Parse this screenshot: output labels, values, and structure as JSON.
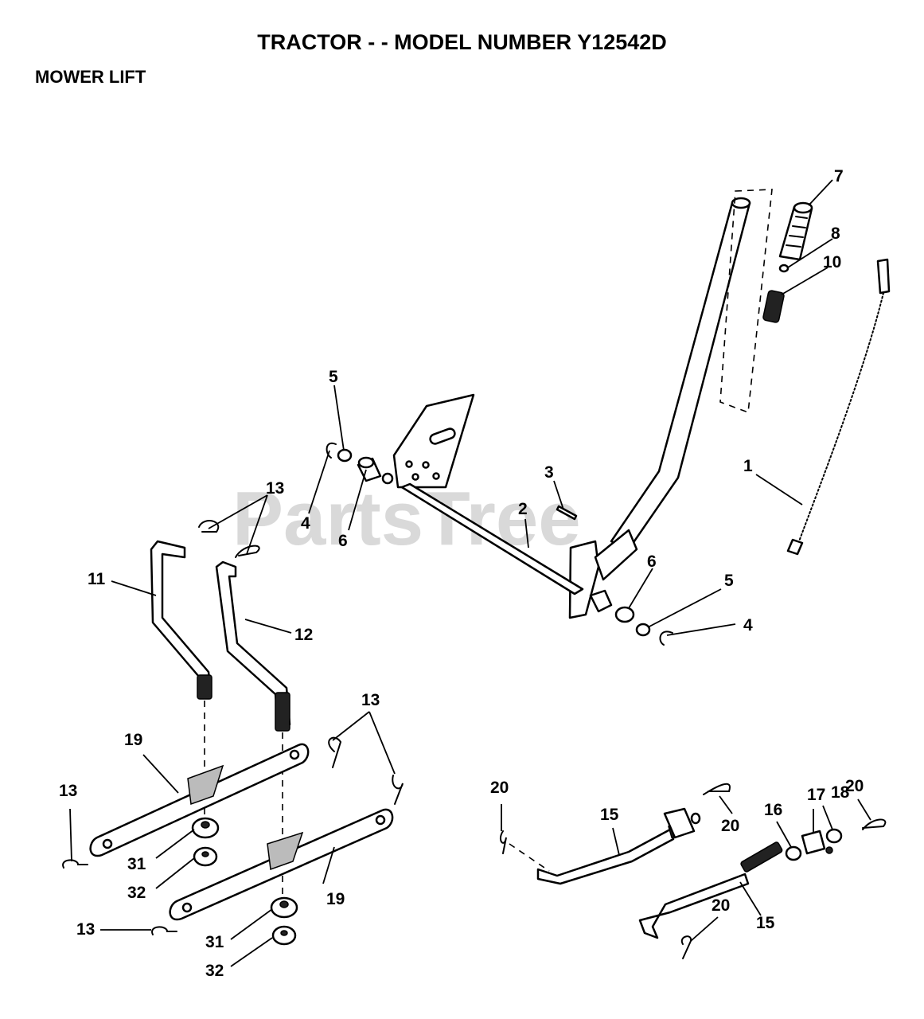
{
  "title": "TRACTOR - - MODEL NUMBER Y12542D",
  "subtitle": "MOWER LIFT",
  "watermark": "PartsTree",
  "watermark_tm": "™",
  "callouts": {
    "c1": "1",
    "c2": "2",
    "c3": "3",
    "c4a": "4",
    "c4b": "4",
    "c5a": "5",
    "c5b": "5",
    "c6a": "6",
    "c6b": "6",
    "c7": "7",
    "c8": "8",
    "c10": "10",
    "c11": "11",
    "c12": "12",
    "c13a": "13",
    "c13b": "13",
    "c13c": "13",
    "c13d": "13",
    "c15a": "15",
    "c15b": "15",
    "c16": "16",
    "c17": "17",
    "c18": "18",
    "c19a": "19",
    "c19b": "19",
    "c20a": "20",
    "c20b": "20",
    "c20c": "20",
    "c20d": "20",
    "c31a": "31",
    "c31b": "31",
    "c32a": "32",
    "c32b": "32"
  }
}
